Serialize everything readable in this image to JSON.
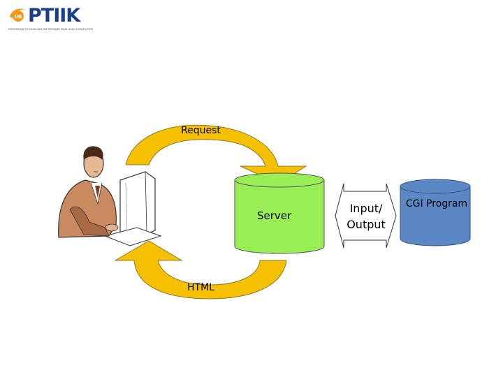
{
  "logo": {
    "text": "PTIIK",
    "badge": "UB",
    "subtitle": "PROGRAM TEKNOLOGI INFORMASI DAN ILMU KOMPUTER"
  },
  "diagram": {
    "request_label": "Request",
    "html_label": "HTML",
    "server_label": "Server",
    "io_label_line1": "Input/",
    "io_label_line2": "Output",
    "cgi_label": "CGI Program"
  },
  "colors": {
    "arrow_fill": "#f5c000",
    "arrow_stroke": "#8a7a2a",
    "server_fill": "#99ee55",
    "cgi_fill": "#5b87c5",
    "logo_blue": "#1b3f8b",
    "logo_orange": "#f39a1c"
  },
  "icons": {
    "user": "person-at-computer-icon"
  }
}
